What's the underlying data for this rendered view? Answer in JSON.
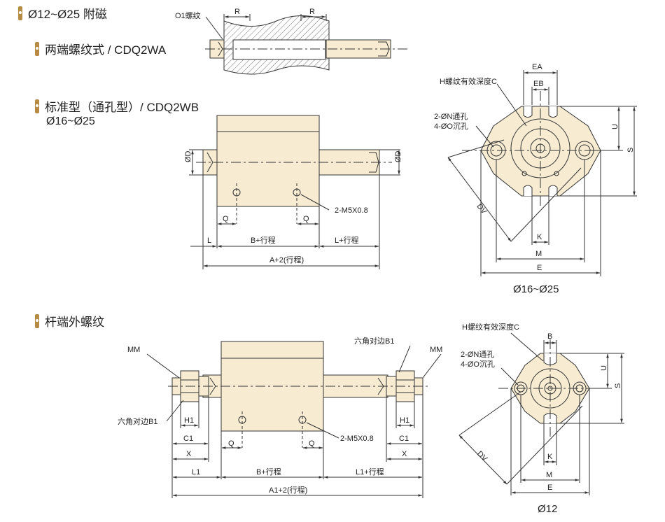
{
  "sections": {
    "header": "Ø12~Ø25 附磁",
    "wa": "两端螺纹式 / CDQ2WA",
    "wb": "标准型（通孔型）/ CDQ2WB",
    "wb_range": "Ø16~Ø25",
    "rod": "杆端外螺纹"
  },
  "top": {
    "o1": "O1螺纹",
    "r": "R"
  },
  "wb": {
    "od": "ØD",
    "q": "Q",
    "m5": "2-M5X0.8",
    "l": "L",
    "b": "B+行程",
    "lp": "L+行程",
    "a": "A+2(行程)"
  },
  "flange": {
    "h": "H螺纹有效深度C",
    "n1": "2-ØN通孔",
    "n2": "4-ØO沉孔",
    "ea": "EA",
    "eb": "EB",
    "u": "U",
    "s": "S",
    "dv": "DV",
    "k": "K",
    "m": "M",
    "e": "E",
    "range": "Ø16~Ø25"
  },
  "rod": {
    "mm": "MM",
    "hex": "六角对边B1",
    "h1": "H1",
    "c1": "C1",
    "x": "X",
    "q": "Q",
    "m5": "2-M5X0.8",
    "l1": "L1",
    "b": "B+行程",
    "l1p": "L1+行程",
    "a1": "A1+2(行程)"
  },
  "flange2": {
    "h": "H螺纹有效深度C",
    "n1": "2-ØN通孔",
    "n2": "4-ØO沉孔",
    "b": "B",
    "u": "U",
    "s": "S",
    "dv": "DV",
    "k": "K",
    "m": "M",
    "e": "E",
    "range": "Ø12"
  },
  "colors": {
    "body": "#f7ecd2",
    "bullet": "#b88b45",
    "line": "#333333"
  }
}
